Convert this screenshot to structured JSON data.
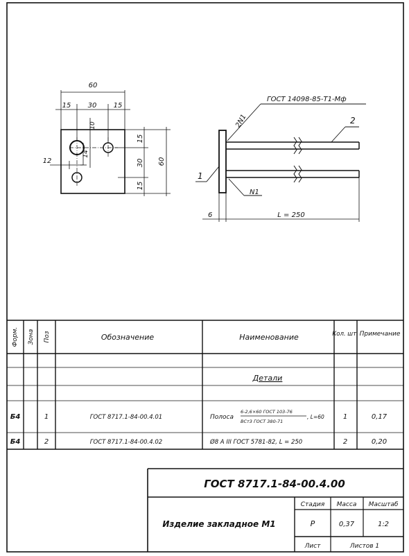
{
  "drawing": {
    "plate_dims": {
      "total_width": "60",
      "left_offset": "15",
      "center_gap": "30",
      "right_offset": "15",
      "vert_10": "10",
      "vert_14": "14",
      "hole_dia": "12",
      "right_15_top": "15",
      "right_30": "30",
      "right_15_bottom": "15",
      "total_height": "60"
    },
    "side_view": {
      "weld_standard": "ГОСТ 14098-85-Т1-Мф",
      "weld_mark": "2N1",
      "callout_1": "1",
      "callout_2": "2",
      "callout_n1": "N1",
      "thickness": "6",
      "length": "L = 250"
    }
  },
  "spec_table": {
    "headers": {
      "format": "Форм.",
      "zone": "Зона",
      "pos": "Поз",
      "designation": "Обозначение",
      "name": "Наименование",
      "qty": "Кол. шт.",
      "note": "Примечание"
    },
    "section_title": "Детали",
    "rows": [
      {
        "format": "Б4",
        "pos": "1",
        "designation": "ГОСТ 8717.1-84-00.4.01",
        "name_prefix": "Полоса",
        "name_numerator": "6-2,6×60 ГОСТ 103-76",
        "name_denominator": "ВСт3 ГОСТ 380-71",
        "name_suffix": ", L=60",
        "qty": "1",
        "note": "0,17"
      },
      {
        "format": "Б4",
        "pos": "2",
        "designation": "ГОСТ 8717.1-84-00.4.02",
        "name_full": "Ø8 А III ГОСТ 5781-82, L = 250",
        "qty": "2",
        "note": "0,20"
      }
    ]
  },
  "title_block": {
    "doc_number": "ГОСТ 8717.1-84-00.4.00",
    "title": "Изделие закладное М1",
    "stage_label": "Стадия",
    "mass_label": "Масса",
    "scale_label": "Масштаб",
    "stage_value": "Р",
    "mass_value": "0,37",
    "scale_value": "1:2",
    "sheet_label": "Лист",
    "sheets_label": "Листов 1"
  }
}
